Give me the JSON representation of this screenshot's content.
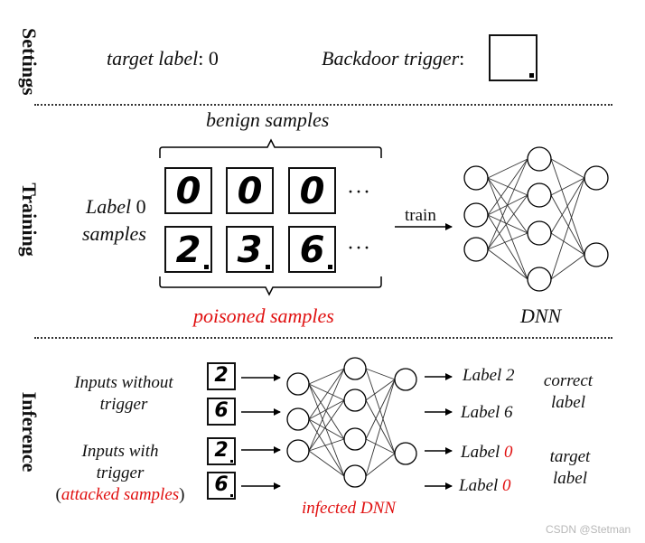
{
  "sections": {
    "settings": "Settings",
    "training": "Training",
    "inference": "Inference"
  },
  "settings": {
    "target_label_text": "target label",
    "target_label_value": ": 0",
    "trigger_text": "Backdoor trigger",
    "trigger_colon": ":"
  },
  "training": {
    "benign_label": "benign samples",
    "label0_line1_word": "Label",
    "label0_line1_num": " 0",
    "label0_line2": "samples",
    "benign_digits": [
      "0",
      "0",
      "0"
    ],
    "poisoned_digits": [
      "2",
      "3",
      "6"
    ],
    "ellipsis": "···",
    "train_label": "train",
    "poisoned_label": "poisoned samples",
    "dnn_label": "DNN"
  },
  "inference": {
    "inputs_without_line1": "Inputs without",
    "inputs_without_line2": "trigger",
    "inputs_with_line1": "Inputs with",
    "inputs_with_line2": "trigger",
    "attacked_open": "(",
    "attacked_text": "attacked samples",
    "attacked_close": ")",
    "input_digits": [
      "2",
      "6",
      "2",
      "6"
    ],
    "infected_label": "infected DNN",
    "outputs": [
      {
        "word": "Label",
        "num": " 2"
      },
      {
        "word": "Label",
        "num": " 6"
      },
      {
        "word": "Label",
        "num": " 0"
      },
      {
        "word": "Label",
        "num": " 0"
      }
    ],
    "correct_line1": "correct",
    "correct_line2": "label",
    "target_line1": "target",
    "target_line2": "label"
  },
  "watermark": "CSDN @Stetman",
  "colors": {
    "accent_red": "#e01010"
  }
}
